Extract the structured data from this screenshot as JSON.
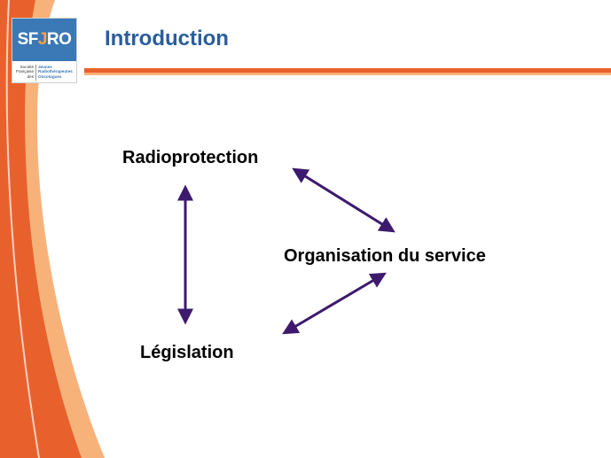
{
  "slide": {
    "title": "Introduction"
  },
  "logo": {
    "name_prefix": "SF",
    "name_accent": "J",
    "name_suffix": "RO",
    "left_text": "Société\nFrançaise\ndes",
    "right_text": "Jeunes\nRadiothérapeutes\nOncologues"
  },
  "diagram": {
    "nodes": [
      "Radioprotection",
      "Organisation du service",
      "Législation"
    ]
  },
  "colors": {
    "orange": "#e8612c",
    "orange_light": "#f7b27a",
    "title_blue": "#2a5d9c",
    "arrow_purple": "#3d1a6e"
  }
}
